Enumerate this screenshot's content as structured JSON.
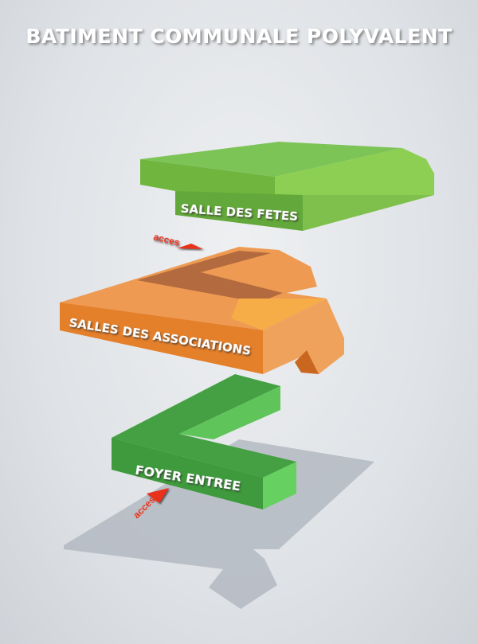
{
  "title": "BATIMENT COMMUNALE POLYVALENT",
  "floors": [
    {
      "label": "SALLE DES FETES",
      "color": "#7cc24a"
    },
    {
      "label": "SALLES DES ASSOCIATIONS",
      "color": "#e8802a"
    },
    {
      "label": "FOYER ENTREE",
      "color": "#4caf48"
    }
  ],
  "access_labels": [
    "acces",
    "acces"
  ],
  "accent_color": "#e8331c"
}
